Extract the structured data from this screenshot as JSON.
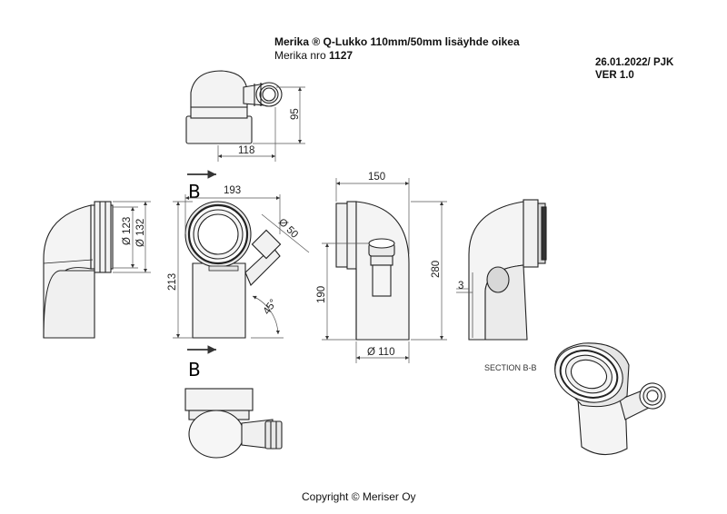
{
  "header": {
    "title": "Merika ® Q-Lukko 110mm/50mm lisäyhde oikea",
    "product_prefix": "Merika nro ",
    "product_number": "1127",
    "date_author": "26.01.2022/ PJK",
    "version": "VER 1.0"
  },
  "dimensions": {
    "d95": "95",
    "d118": "118",
    "d123": "Ø 123",
    "d132": "Ø 132",
    "d193": "193",
    "d50": "Ø 50",
    "d213": "213",
    "d45": "45°",
    "d150": "150",
    "d280": "280",
    "d190": "190",
    "d110": "Ø 110",
    "d3": "3"
  },
  "section": {
    "marker": "B",
    "label": "SECTION B-B"
  },
  "footer": {
    "copyright": "Copyright © Meriser Oy"
  }
}
